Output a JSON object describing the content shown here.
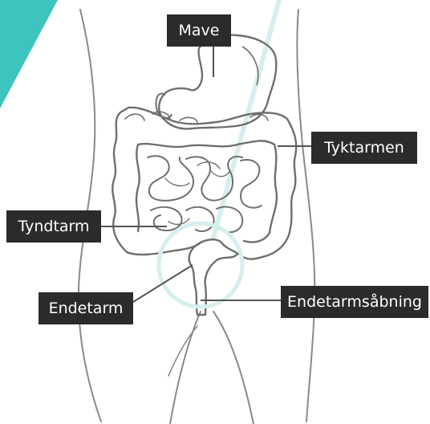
{
  "labels": {
    "stomach": "Mave",
    "colon": "Tyktarmen",
    "small_intestine": "Tyndtarm",
    "rectum": "Endetarm",
    "anus": "Endetarmsåbning"
  },
  "colors": {
    "accent_teal": "#3ec4be",
    "circle_light_teal": "#d6eeee",
    "organ_outline": "#707070",
    "label_background": "#2b2b2b",
    "label_text": "#ffffff"
  }
}
